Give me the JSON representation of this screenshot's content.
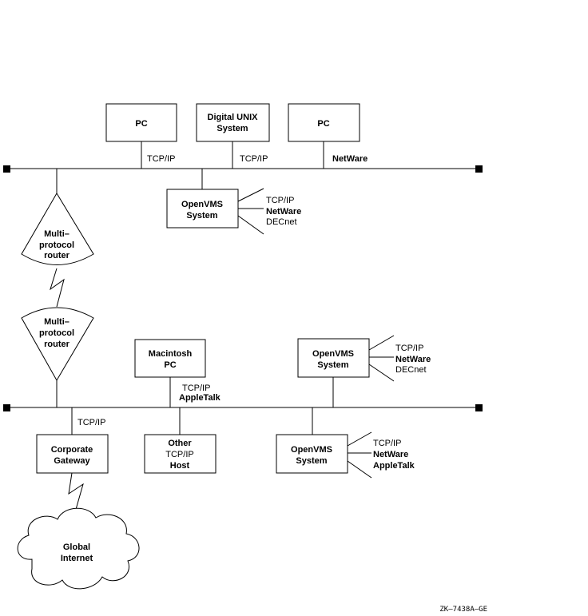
{
  "top_network": {
    "pc_left": "PC",
    "unix_line1": "Digital UNIX",
    "unix_line2": "System",
    "pc_right": "PC",
    "label_left": "TCP/IP",
    "label_mid": "TCP/IP",
    "label_right": "NetWare",
    "openvms_line1": "OpenVMS",
    "openvms_line2": "System",
    "openvms_protocols": [
      "TCP/IP",
      "NetWare",
      "DECnet"
    ]
  },
  "routers": {
    "top": [
      "Multi–",
      "protocol",
      "router"
    ],
    "bottom": [
      "Multi–",
      "protocol",
      "router"
    ]
  },
  "bottom_network": {
    "mac_line1": "Macintosh",
    "mac_line2": "PC",
    "mac_protocols": [
      "TCP/IP",
      "AppleTalk"
    ],
    "openvms_upper_line1": "OpenVMS",
    "openvms_upper_line2": "System",
    "openvms_upper_protocols": [
      "TCP/IP",
      "NetWare",
      "DECnet"
    ],
    "gateway_label_proto": "TCP/IP",
    "gateway_line1": "Corporate",
    "gateway_line2": "Gateway",
    "other_line1": "Other",
    "other_line2": "TCP/IP",
    "other_line3": "Host",
    "openvms_lower_line1": "OpenVMS",
    "openvms_lower_line2": "System",
    "openvms_lower_protocols": [
      "TCP/IP",
      "NetWare",
      "AppleTalk"
    ]
  },
  "cloud": {
    "line1": "Global",
    "line2": "Internet"
  },
  "figure_id": "ZK–7438A–GE"
}
